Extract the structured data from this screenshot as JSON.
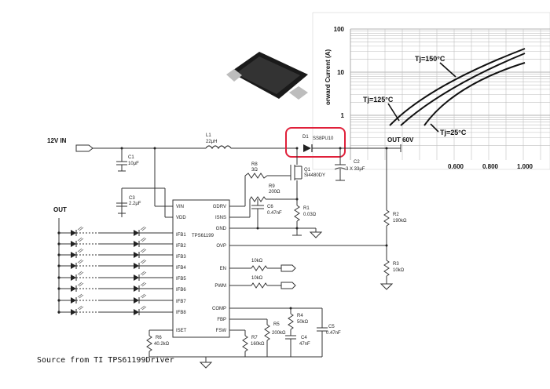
{
  "chart": {
    "y_axis_title": "orward Current  (A)",
    "y_ticks": [
      "100",
      "10",
      "1"
    ],
    "x_ticks": [
      "0.600",
      "0.800",
      "1.000"
    ],
    "annotations": [
      "Tj=150°C",
      "Tj=125°C",
      "Tj=25°C"
    ]
  },
  "nets": {
    "input": "12V IN",
    "output": "OUT 60V",
    "led_out": "OUT"
  },
  "ic": {
    "name": "TPS61199",
    "left_pins": [
      "VIN",
      "VDD",
      "IFB1",
      "IFB2",
      "IFB3",
      "IFB4",
      "IFB5",
      "IFB6",
      "IFB7",
      "IFB8",
      "ISET"
    ],
    "right_pins": [
      "GDRV",
      "ISNS",
      "GND",
      "OVP",
      "EN",
      "PWM",
      "COMP",
      "FBP",
      "FSW"
    ]
  },
  "parts": {
    "L1": [
      "L1",
      "22μH"
    ],
    "D1": [
      "D1",
      "SS8PU10"
    ],
    "C1": [
      "C1",
      "10μF"
    ],
    "C2": [
      "C2",
      "3 X 33μF"
    ],
    "C3": [
      "C3",
      "2.2μF"
    ],
    "R8": [
      "R8",
      "3Ω"
    ],
    "Q1": [
      "Q1",
      "Si4480DY"
    ],
    "R9": [
      "R9",
      "200Ω"
    ],
    "C6": [
      "C6",
      "0.47nF"
    ],
    "R1": [
      "R1",
      "0.03Ω"
    ],
    "R2": [
      "R2",
      "190kΩ"
    ],
    "R3": [
      "R3",
      "10kΩ"
    ],
    "EN_R": "10kΩ",
    "PWM_R": "10kΩ",
    "R4": [
      "R4",
      "50kΩ"
    ],
    "R5": [
      "R5",
      "200kΩ"
    ],
    "C4": [
      "C4",
      "47nF"
    ],
    "C5": [
      "C5",
      "0.47nF"
    ],
    "R6": [
      "R6",
      "40.2kΩ"
    ],
    "R7": [
      "R7",
      "160kΩ"
    ]
  },
  "caption": "Source  from TI TPS61199Driver",
  "highlight_color": "#e0203a"
}
